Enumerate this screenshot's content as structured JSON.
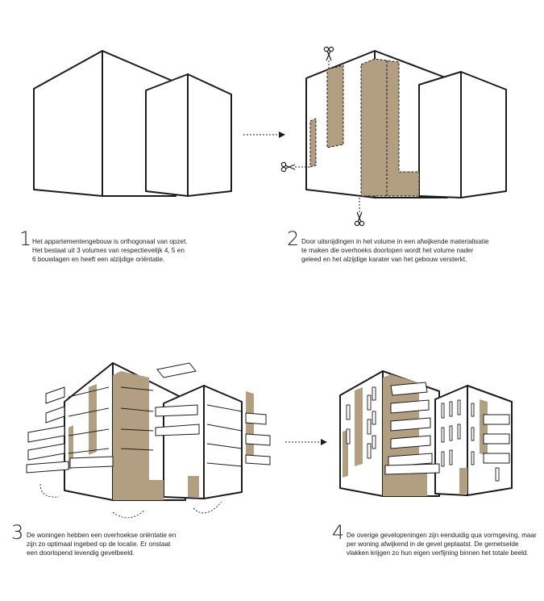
{
  "steps": [
    {
      "number": "1",
      "lines": [
        "Het appartementengebouw is orthogonaal van opzet.",
        "Het bestaat uit 3 volumes van respectievelijk 4, 5 en",
        "6 bouwlagen en heeft een alzijdige oriëntatie."
      ]
    },
    {
      "number": "2",
      "lines": [
        "Door uitsnijdingen in het volume in een afwijkende materialisatie",
        "te maken die overhoeks doorlopen wordt het volume nader",
        "geleed en het alzijdige karater van het gebouw versterkt."
      ]
    },
    {
      "number": "3",
      "lines": [
        "De woningen hebben een overhoekse oriëntatie en",
        "zijn zo optimaal ingebed op de locatie. Er onstaat",
        "een doorlopend levendig gevelbeeld."
      ]
    },
    {
      "number": "4",
      "lines": [
        "De overige gevelopeningen zijn eenduidig qua vormgeving, maar",
        "per woning afwijkend in de gevel geplaatst. De gemetselde",
        "vlakken krijgen zo hun eigen verfijning binnen het totale beeld."
      ]
    }
  ],
  "colors": {
    "material": "#b29e80",
    "line": "#1c1c1c"
  },
  "icons": [
    "scissors-icon",
    "arrow-icon"
  ]
}
